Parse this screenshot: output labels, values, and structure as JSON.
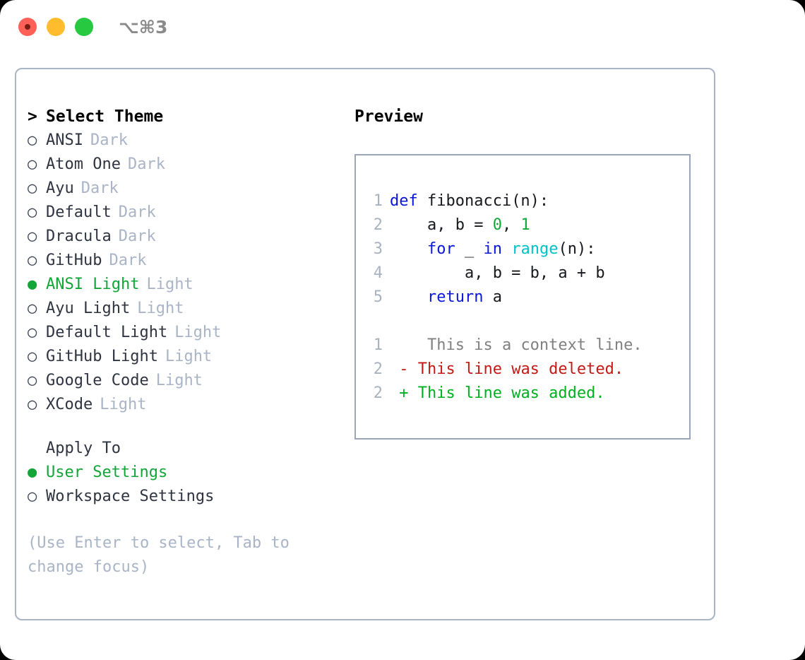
{
  "titlebar": {
    "shortcut": "⌥⌘3",
    "buttons": [
      {
        "name": "close",
        "color": "#ff6159"
      },
      {
        "name": "minimize",
        "color": "#ffbd2e"
      },
      {
        "name": "maximize",
        "color": "#26c93f"
      }
    ]
  },
  "colors": {
    "accent_green": "#13a538",
    "muted": "#a9b4c6",
    "text": "#2e3440",
    "keyword_blue": "#0b17d8",
    "function_cyan": "#00c2c7",
    "number_green": "#13a538",
    "diff_delete": "#c41a16",
    "diff_add": "#00b020",
    "panel_border": "#a9b4c4",
    "preview_border": "#9aa5b8"
  },
  "theme_list": {
    "heading": "Select Theme",
    "caret": ">",
    "bullet_unselected": "○",
    "bullet_selected": "●",
    "items": [
      {
        "label": "ANSI",
        "badge": "Dark",
        "selected": false
      },
      {
        "label": "Atom One",
        "badge": "Dark",
        "selected": false
      },
      {
        "label": "Ayu",
        "badge": "Dark",
        "selected": false
      },
      {
        "label": "Default",
        "badge": "Dark",
        "selected": false
      },
      {
        "label": "Dracula",
        "badge": "Dark",
        "selected": false
      },
      {
        "label": "GitHub",
        "badge": "Dark",
        "selected": false
      },
      {
        "label": "ANSI Light",
        "badge": "Light",
        "selected": true
      },
      {
        "label": "Ayu Light",
        "badge": "Light",
        "selected": false
      },
      {
        "label": "Default Light",
        "badge": "Light",
        "selected": false
      },
      {
        "label": "GitHub Light",
        "badge": "Light",
        "selected": false
      },
      {
        "label": "Google Code",
        "badge": "Light",
        "selected": false
      },
      {
        "label": "XCode",
        "badge": "Light",
        "selected": false
      }
    ]
  },
  "apply_to": {
    "label": "Apply To",
    "options": [
      {
        "label": "User Settings",
        "selected": true
      },
      {
        "label": "Workspace Settings",
        "selected": false
      }
    ]
  },
  "hint": "(Use Enter to select, Tab to change focus)",
  "preview": {
    "heading": "Preview",
    "code_lines": [
      {
        "no": "1",
        "tokens": [
          {
            "t": "def ",
            "k": "kw"
          },
          {
            "t": "fibonacci(n):",
            "k": "pln"
          }
        ]
      },
      {
        "no": "2",
        "tokens": [
          {
            "t": "    a, b = ",
            "k": "pln"
          },
          {
            "t": "0",
            "k": "num"
          },
          {
            "t": ", ",
            "k": "pln"
          },
          {
            "t": "1",
            "k": "num"
          }
        ]
      },
      {
        "no": "3",
        "tokens": [
          {
            "t": "    ",
            "k": "pln"
          },
          {
            "t": "for ",
            "k": "kw"
          },
          {
            "t": "_ ",
            "k": "pln"
          },
          {
            "t": "in ",
            "k": "kw"
          },
          {
            "t": "range",
            "k": "fn"
          },
          {
            "t": "(n):",
            "k": "pln"
          }
        ]
      },
      {
        "no": "4",
        "tokens": [
          {
            "t": "        a, b = b, a + b",
            "k": "pln"
          }
        ]
      },
      {
        "no": "5",
        "tokens": [
          {
            "t": "    ",
            "k": "pln"
          },
          {
            "t": "return ",
            "k": "kw"
          },
          {
            "t": "a",
            "k": "pln"
          }
        ]
      }
    ],
    "diff_lines": [
      {
        "no": "1",
        "marker": " ",
        "text": "  This is a context line.",
        "k": "ctx"
      },
      {
        "no": "2",
        "marker": "-",
        "text": " This line was deleted.",
        "k": "del"
      },
      {
        "no": "2",
        "marker": "+",
        "text": " This line was added.",
        "k": "add"
      }
    ]
  }
}
